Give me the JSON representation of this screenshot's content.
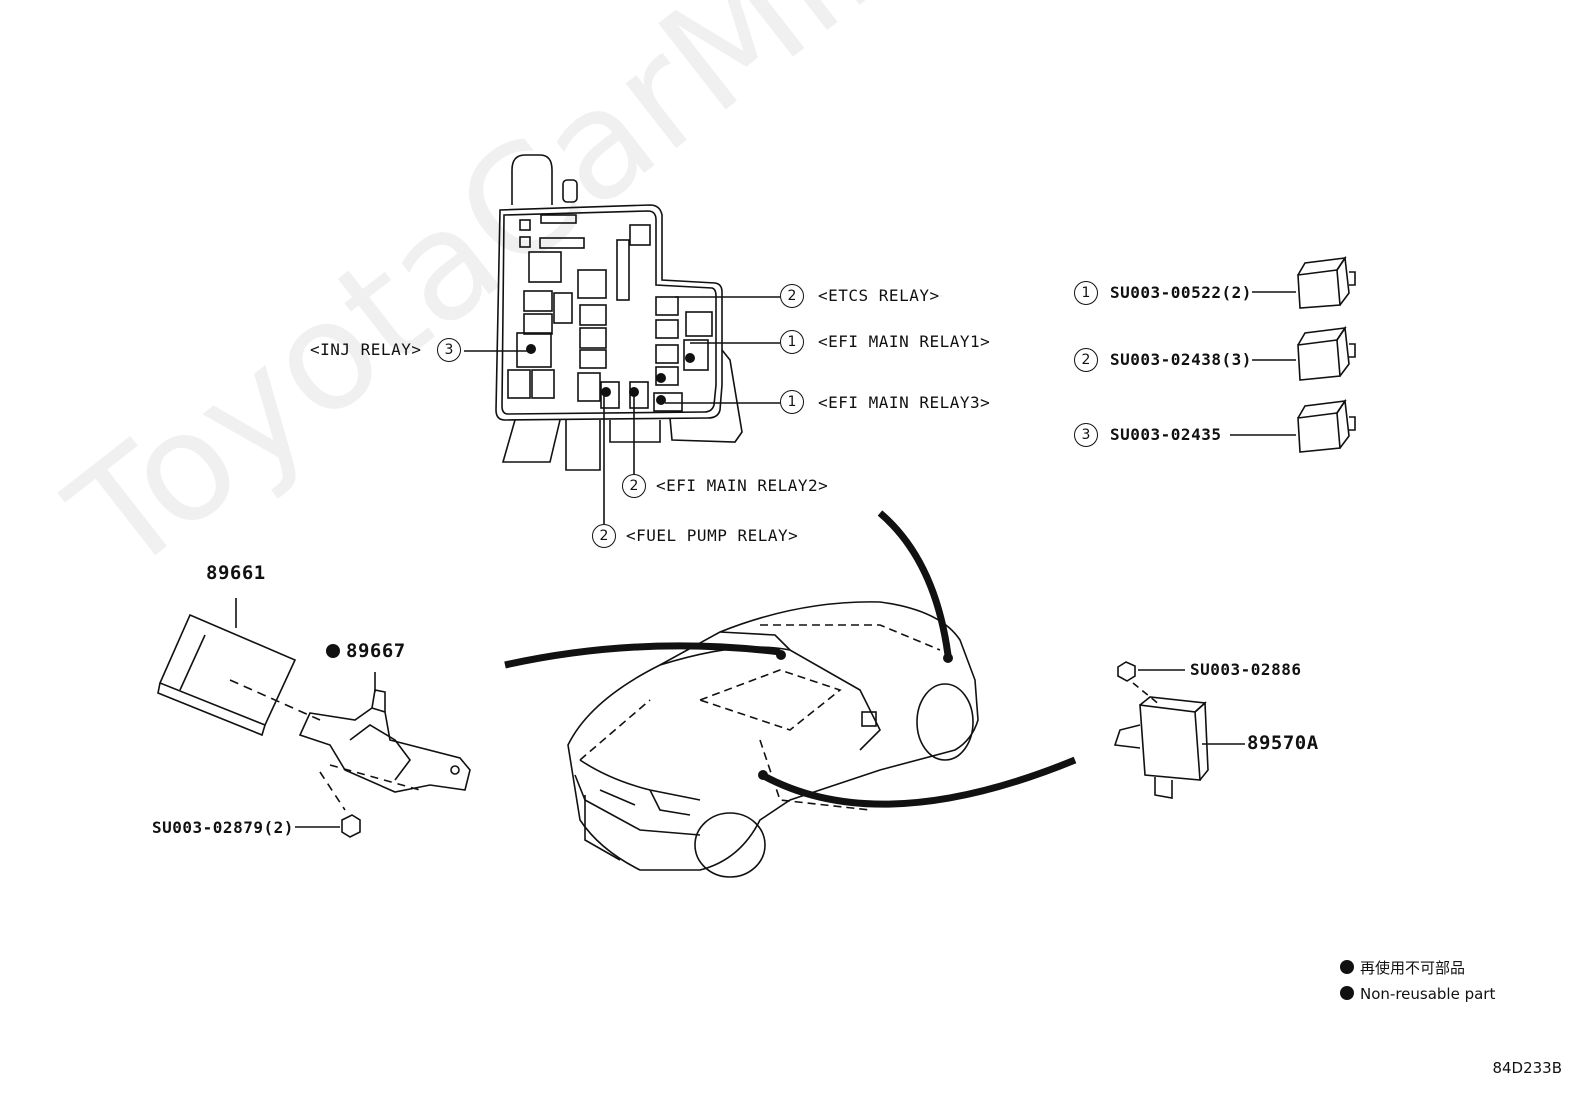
{
  "watermark": "ToyotaCarMire.ru",
  "callouts": {
    "etcs": {
      "num": "2",
      "text": "<ETCS RELAY>"
    },
    "efi1": {
      "num": "1",
      "text": "<EFI MAIN RELAY1>"
    },
    "efi3": {
      "num": "1",
      "text": "<EFI MAIN RELAY3>"
    },
    "efi2": {
      "num": "2",
      "text": "<EFI MAIN RELAY2>"
    },
    "fuel": {
      "num": "2",
      "text": "<FUEL PUMP RELAY>"
    },
    "inj": {
      "num": "3",
      "text": "<INJ RELAY>"
    }
  },
  "relays": [
    {
      "num": "1",
      "part": "SU003-00522(2)"
    },
    {
      "num": "2",
      "part": "SU003-02438(3)"
    },
    {
      "num": "3",
      "part": "SU003-02435"
    }
  ],
  "parts": {
    "p89661": "89661",
    "p89667": "89667",
    "p89570a": "89570A",
    "nut_left": "SU003-02879(2)",
    "nut_right": "SU003-02886"
  },
  "legend": {
    "line1": "再使用不可部品",
    "line2": "Non-reusable part"
  },
  "diagram_code": "84D233B"
}
